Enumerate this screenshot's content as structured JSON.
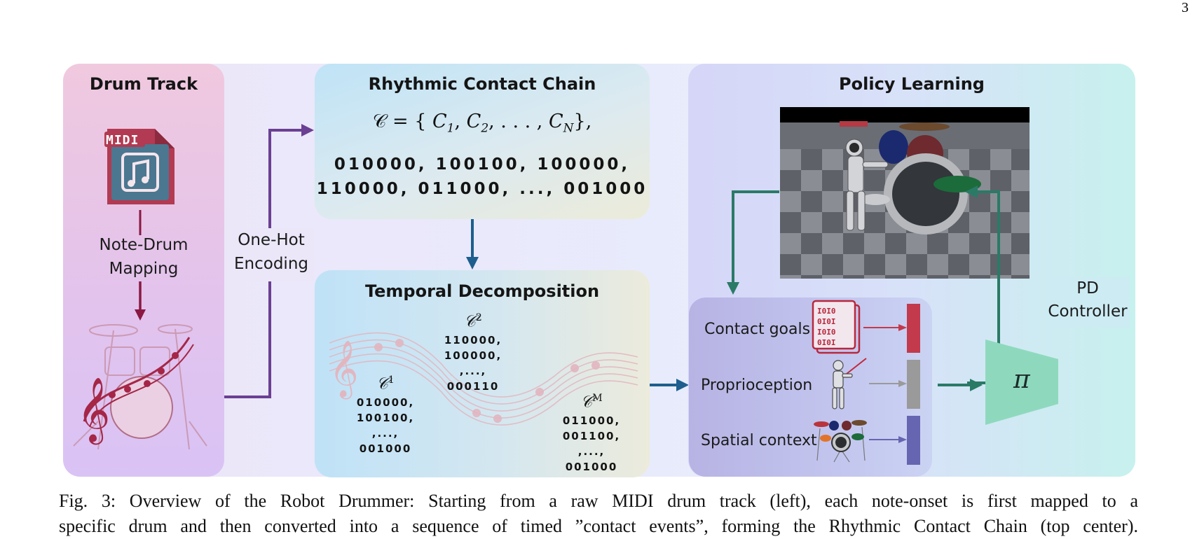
{
  "page_number": "3",
  "drum_track": {
    "title": "Drum Track",
    "midi_label": "MIDI",
    "mapping_line1": "Note-Drum",
    "mapping_line2": "Mapping"
  },
  "encoding": {
    "line1": "One-Hot",
    "line2": "Encoding"
  },
  "chain": {
    "title": "Rhythmic Contact Chain",
    "formula_lhs": "𝒞",
    "formula_c1_sub": "1",
    "formula_c2_sub": "2",
    "formula_cn_sub": "N",
    "row1": "010000,  100100,  100000,",
    "row2": "110000,  011000,  ...,  001000"
  },
  "temporal": {
    "title": "Temporal Decomposition",
    "c1": {
      "sup": "1",
      "lines": [
        "010000,",
        "100100,",
        ",...,",
        "001000"
      ]
    },
    "c2": {
      "sup": "2",
      "lines": [
        "110000,",
        "100000,",
        ",...,",
        "000110"
      ]
    },
    "cM": {
      "sup": "M",
      "lines": [
        "011000,",
        "001100,",
        ",...,",
        "001000"
      ]
    }
  },
  "policy": {
    "title": "Policy Learning",
    "inputs": [
      {
        "label": "Contact goals",
        "color": "#c23a4c"
      },
      {
        "label": "Proprioception",
        "color": "#9a9a9a"
      },
      {
        "label": "Spatial context",
        "color": "#6665b2"
      }
    ],
    "policy_symbol": "π",
    "pd_line1": "PD",
    "pd_line2": "Controller"
  },
  "caption": {
    "line1": "Fig. 3: Overview of the Robot Drummer: Starting from a raw MIDI drum track (left), each note-onset is first mapped to a",
    "line2": "specific drum and then converted into a sequence of timed ”contact events”, forming the Rhythmic Contact Chain (top center)."
  },
  "colors": {
    "drum_arrow": "#8a1842",
    "encoding_arrow": "#6b3f93",
    "blue_arrow": "#1d5e8e",
    "green_arrow": "#2a7a66",
    "policy_network": "#8ed9bd"
  }
}
